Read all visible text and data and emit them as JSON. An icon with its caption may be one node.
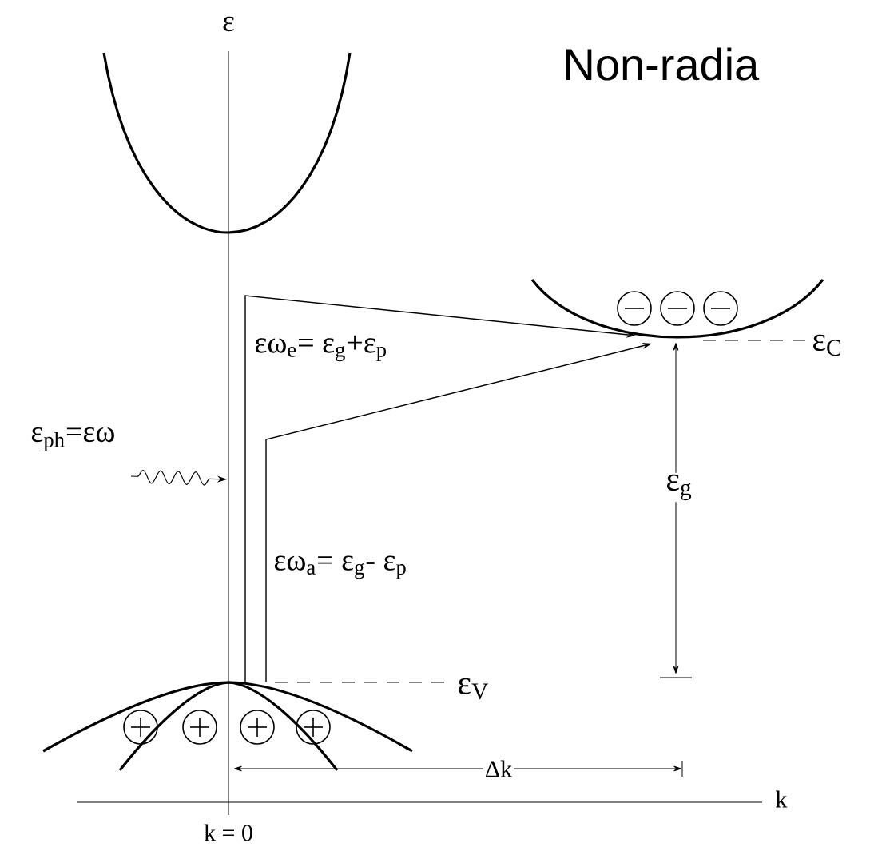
{
  "diagram": {
    "title": "Non-radia",
    "nodes": [
      {
        "text": [],
        "shape": "picture"
      },
      {
        "text": [],
        "shape": "picture"
      }
    ],
    "edges": [
      {
        "from": 0,
        "to": 1,
        "arrow": "to",
        "label": "εω$_{e}$= ε$_{g}$+ε$_{p}$"
      },
      {
        "from": 0,
        "to": 1,
        "arrow": "to",
        "label": "εω$_{a}$= ε$_{g}$- ε$_{p}$"
      }
    ],
    "labels": [
      "ε",
      "ε$_{ph}$=εω",
      "ε$_{C}$",
      "ε$_{g}$",
      "ε$_{V}$",
      "Δk",
      "k",
      "k = 0"
    ]
  }
}
